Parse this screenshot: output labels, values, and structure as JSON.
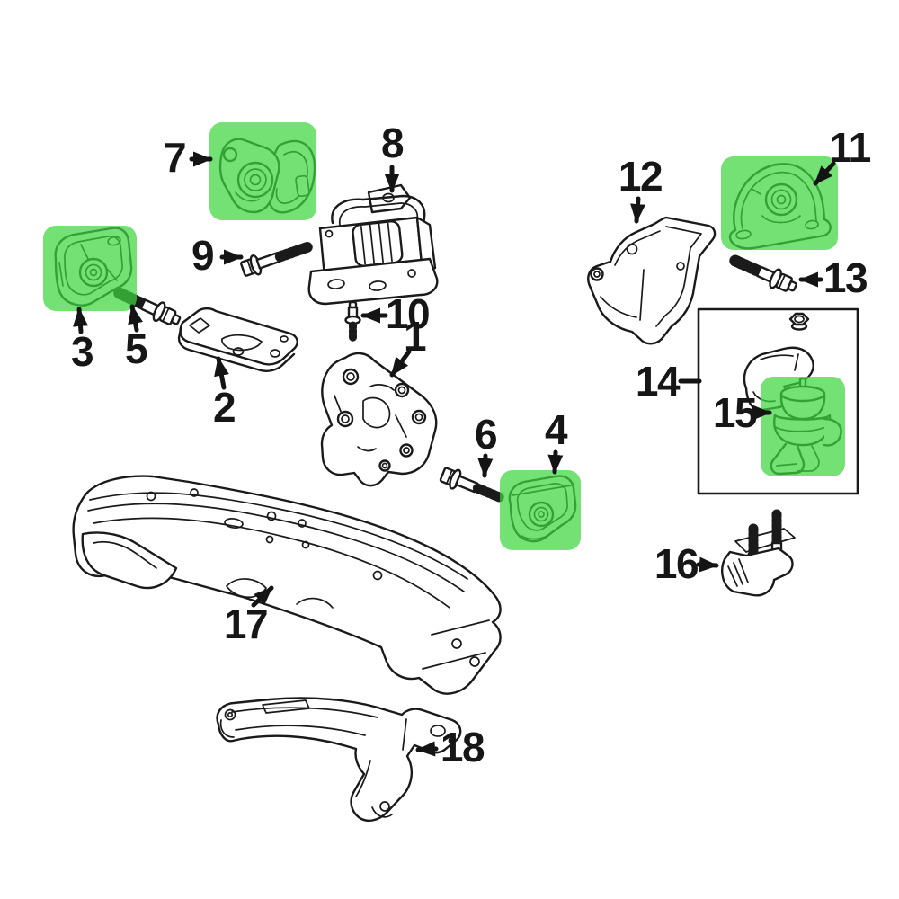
{
  "diagram": {
    "highlight_color": "#3ed63e",
    "line_color": "#1a1a1a",
    "background_color": "#ffffff",
    "highlighted_callouts": [
      "3",
      "4",
      "7",
      "11",
      "15"
    ]
  },
  "callouts": [
    {
      "label": "1",
      "highlighted": false
    },
    {
      "label": "2",
      "highlighted": false
    },
    {
      "label": "3",
      "highlighted": true
    },
    {
      "label": "4",
      "highlighted": true
    },
    {
      "label": "5",
      "highlighted": false
    },
    {
      "label": "6",
      "highlighted": false
    },
    {
      "label": "7",
      "highlighted": true
    },
    {
      "label": "8",
      "highlighted": false
    },
    {
      "label": "9",
      "highlighted": false
    },
    {
      "label": "10",
      "highlighted": false
    },
    {
      "label": "11",
      "highlighted": true
    },
    {
      "label": "12",
      "highlighted": false
    },
    {
      "label": "13",
      "highlighted": false
    },
    {
      "label": "14",
      "highlighted": false,
      "has_inset_box": true
    },
    {
      "label": "15",
      "highlighted": true
    },
    {
      "label": "16",
      "highlighted": false
    },
    {
      "label": "17",
      "highlighted": false
    },
    {
      "label": "18",
      "highlighted": false
    }
  ]
}
